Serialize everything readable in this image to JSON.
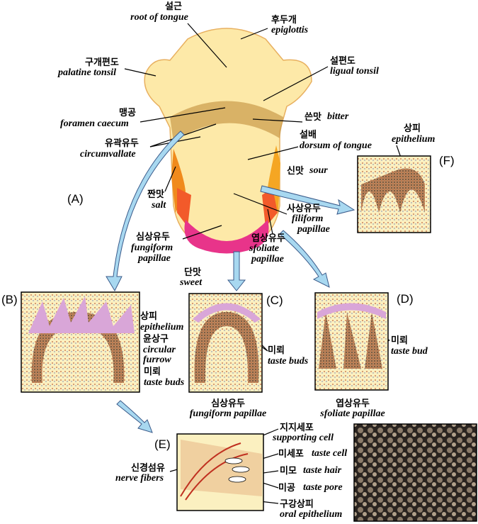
{
  "panel_tags": {
    "a": "(A)",
    "b": "(B)",
    "c": "(C)",
    "d": "(D)",
    "e": "(E)",
    "f": "(F)"
  },
  "tongue": {
    "root": {
      "ko": "설근",
      "en": "root of tongue"
    },
    "epiglottis": {
      "ko": "후두개",
      "en": "epiglottis"
    },
    "palatine_tonsil": {
      "ko": "구개편도",
      "en": "palatine tonsil"
    },
    "lingual_tonsil": {
      "ko": "설편도",
      "en": "ligual tonsil"
    },
    "foramen_caecum": {
      "ko": "맹공",
      "en": "foramen caecum"
    },
    "bitter": {
      "ko": "쓴맛",
      "en": "bitter"
    },
    "circumvallate": {
      "ko": "유곽유두",
      "en": "circumvallate"
    },
    "dorsum": {
      "ko": "설배",
      "en": "dorsum of tongue"
    },
    "sour": {
      "ko": "신맛",
      "en": "sour"
    },
    "salt": {
      "ko": "짠맛",
      "en": "salt"
    },
    "filiform": {
      "ko": "사상유두",
      "en1": "filiform",
      "en2": "papillae"
    },
    "fungiform": {
      "ko": "심상유두",
      "en1": "fungiform",
      "en2": "papillae"
    },
    "foliate": {
      "ko": "엽상유두",
      "en1": "sfoliate",
      "en2": "papillae"
    },
    "sweet": {
      "ko": "단맛",
      "en": "sweet"
    }
  },
  "panel_b": {
    "epithelium": {
      "ko": "상피",
      "en": "epithelium"
    },
    "furrow": {
      "ko": "윤상구",
      "en1": "circular",
      "en2": "furrow"
    },
    "taste_buds": {
      "ko": "미뢰",
      "en": "taste buds"
    }
  },
  "panel_c": {
    "taste_buds": {
      "ko": "미뢰",
      "en": "taste buds"
    },
    "caption": {
      "ko": "심상유두",
      "en": "fungiform papillae"
    }
  },
  "panel_d": {
    "taste_bud": {
      "ko": "미뢰",
      "en": "taste bud"
    },
    "caption": {
      "ko": "엽상유두",
      "en": "sfoliate papillae"
    }
  },
  "panel_e": {
    "supporting": {
      "ko": "지지세포",
      "en": "supporting cell"
    },
    "taste_cell": {
      "ko": "미세포",
      "en": "taste cell"
    },
    "taste_hair": {
      "ko": "미모",
      "en": "taste hair"
    },
    "taste_pore": {
      "ko": "미공",
      "en": "taste pore"
    },
    "oral_epithelium": {
      "ko": "구강상피",
      "en": "oral epithelium"
    },
    "nerve": {
      "ko": "신경섬유",
      "en": "nerve fibers"
    }
  },
  "panel_f": {
    "epithelium": {
      "ko": "상피",
      "en": "epithelium"
    }
  },
  "colors": {
    "tongue": "#fde9a8",
    "bitter": "#c99a4a",
    "sour": "#f5a623",
    "salt": "#f08a1c",
    "sweet": "#e8348a",
    "arrow": "#a8d8f0",
    "tissue": "#fbf0c0",
    "pink": "#d9a6d8"
  }
}
